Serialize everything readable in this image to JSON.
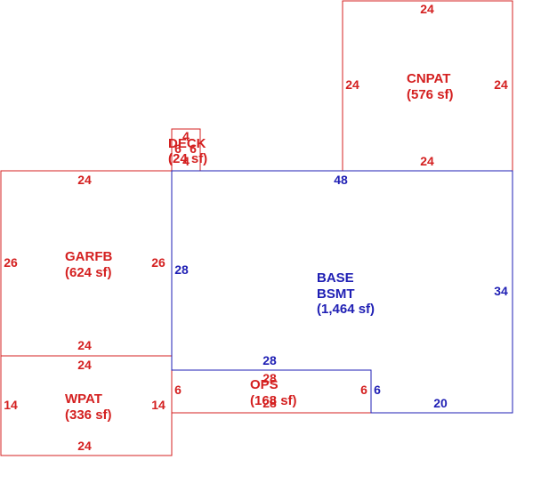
{
  "colors": {
    "red": "#d42020",
    "blue": "#1f1fb4",
    "background": "#ffffff"
  },
  "areas": {
    "cnpat": {
      "name": "CNPAT",
      "size": "(576 sf)",
      "top": "24",
      "bottom": "24",
      "left": "24",
      "right": "24"
    },
    "deck": {
      "name": "DECK",
      "size": "(24 sf)",
      "top": "4",
      "left": "6",
      "right": "6",
      "bottom": "4"
    },
    "garfb": {
      "name": "GARFB",
      "size": "(624 sf)",
      "top": "24",
      "bottom": "24",
      "left": "26",
      "right": "26"
    },
    "base": {
      "name1": "BASE",
      "name2": "BSMT",
      "size": "(1,464 sf)",
      "top": "48",
      "left": "28",
      "right": "34",
      "bottom_right": "20",
      "step_height": "6",
      "step_top": "28"
    },
    "ops": {
      "name": "OPS",
      "size": "(168 sf)",
      "top": "28",
      "bottom": "28",
      "left": "6",
      "right": "6"
    },
    "wpat": {
      "name": "WPAT",
      "size": "(336 sf)",
      "top": "24",
      "bottom": "24",
      "left": "14",
      "right": "14"
    }
  }
}
